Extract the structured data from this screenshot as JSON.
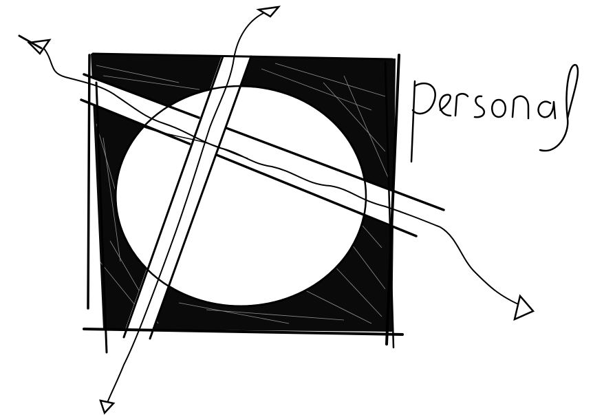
{
  "sketch": {
    "handwritten_word": "personal",
    "ink_color": "#000000",
    "paper_color": "#ffffff",
    "elements": [
      "hatched-square",
      "white-circle",
      "diagonal-band",
      "vertical-band",
      "wavy-arrow-horizontal",
      "wavy-arrow-vertical"
    ]
  }
}
